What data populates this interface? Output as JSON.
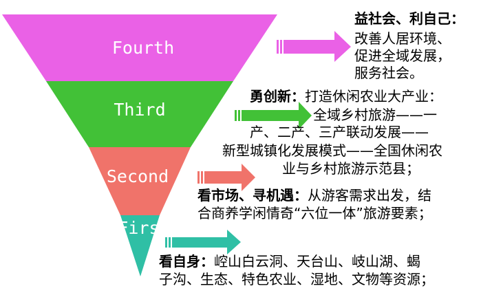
{
  "tiers": [
    {
      "label": "Fourth",
      "color": "#ea61e6"
    },
    {
      "label": "Third",
      "color": "#42c137"
    },
    {
      "label": "Second",
      "color": "#f0736a"
    },
    {
      "label": "First",
      "color": "#2fbfa5"
    }
  ],
  "arrow_colors": {
    "fourth": "#ea61e6",
    "third": "#42c137",
    "second": "#f0736a",
    "first": "#2fbfa5"
  },
  "blocks": {
    "fourth": {
      "heading": "益社会、利自己：",
      "lines": [
        "改善人居环境、",
        "促进全域发展，",
        "服务社会。"
      ]
    },
    "third": {
      "heading": "勇创新：",
      "first_line_rest": "打造休闲农业大产业：",
      "lines": [
        "全域乡村旅游——一",
        "产、二产、三产联动发展——",
        "新型城镇化发展模式——全国休闲农",
        "业与乡村旅游示范县；"
      ]
    },
    "second": {
      "heading": "看市场、寻机遇：",
      "first_line_rest": "从游客需求出发，结",
      "lines": [
        "合商养学闲情奇“六位一体”旅游要素；"
      ]
    },
    "first": {
      "heading": "看自身：",
      "first_line_rest": "崆山白云洞、天台山、岐山湖、蝎",
      "lines": [
        "子沟、生态、特色农业、湿地、文物等资源；"
      ]
    }
  }
}
